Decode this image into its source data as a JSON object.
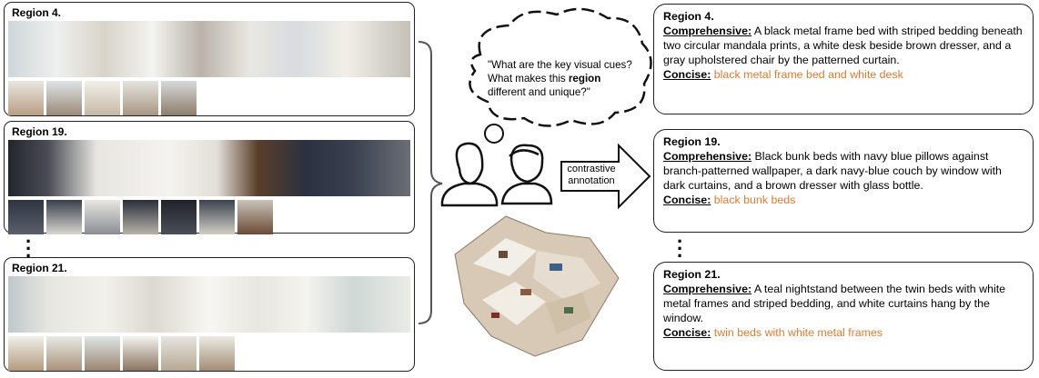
{
  "regions": [
    {
      "title": "Region 4."
    },
    {
      "title": "Region 19."
    },
    {
      "title": "Region 21."
    }
  ],
  "thought": {
    "pre": "\"What are the key visual cues? What makes this ",
    "bold": "region",
    "post": " different and unique?\""
  },
  "arrow_label": "contrastive annotation",
  "comprehensive_label": "Comprehensive:",
  "concise_label": "Concise:",
  "cards": [
    {
      "title": "Region 4.",
      "comprehensive": "A black metal frame bed with striped bedding beneath two circular mandala prints, a white desk beside brown dresser, and a gray upholstered chair by the patterned curtain.",
      "concise": "black metal frame bed and white desk"
    },
    {
      "title": "Region 19.",
      "comprehensive": "Black bunk beds with navy blue pillows against branch-patterned wallpaper, a dark navy-blue couch by window with dark curtains, and a brown dresser with glass bottle.",
      "concise": "black bunk beds"
    },
    {
      "title": "Region 21.",
      "comprehensive": "A teal nightstand between the twin beds with white metal frames and striped bedding, and white curtains hang by the window.",
      "concise": "twin beds with white metal frames"
    }
  ],
  "colors": {
    "concise": "#e07b2e",
    "border": "#222222"
  }
}
